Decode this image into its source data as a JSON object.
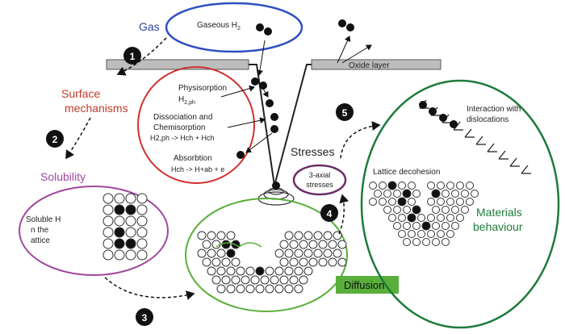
{
  "labels": {
    "gas": "Gas",
    "gaseous_h2_base": "Gaseous H",
    "gaseous_h2_sub": "2",
    "oxide_layer": "Oxide layer",
    "surface_line1": "Surface",
    "surface_line2": "mechanisms",
    "physisorption_line1": "Physisorption",
    "physisorption_sub": "H",
    "physisorption_sub2": "2,ph",
    "dissociation_line1": "Dissociation and",
    "dissociation_line2": "Chemisorption",
    "dissociation_eq": "H2,ph -> Hch + Hch",
    "absorption_line1": "Absorbtion",
    "absorption_eq": "Hch -> H+ab + e",
    "solubility": "Solubility",
    "soluble_line1": "Soluble H",
    "soluble_line2": "n the",
    "soluble_line3": "attice",
    "stresses": "Stresses",
    "triaxial_line1": "3-axial",
    "triaxial_line2": "stresses",
    "interaction_line1": "Interaction with",
    "interaction_line2": "dislocations",
    "lattice_decohesion": "Lattice decohesion",
    "materials_line1": "Materials",
    "materials_line2": "behaviour",
    "diffusion": "Diffusion"
  },
  "steps": [
    "1",
    "2",
    "3",
    "4",
    "5"
  ],
  "colors": {
    "gas": "#2f3f9e",
    "surface": "#c0392b",
    "solubility": "#a0479e",
    "stresses": "#6b2f6b",
    "materials": "#1e7b3a",
    "diffusion_bg": "#5aae3a",
    "oxide": "#bdbdbd"
  }
}
